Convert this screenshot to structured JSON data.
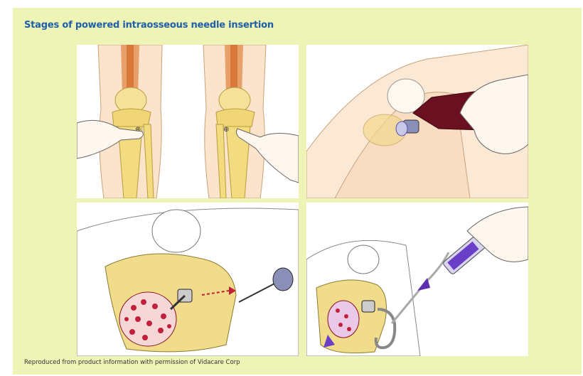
{
  "figure": {
    "title": "Stages of powered intraosseous needle insertion",
    "credit": "Reproduced from product information with permission of  Vidacare Corp"
  },
  "colors": {
    "background": "#eef3b6",
    "title": "#1e5fa8",
    "bone": "#f0dc8a",
    "drill": "#6b1020",
    "marrow": "#c0203a",
    "arrow": "#6a3fc8"
  },
  "panels": [
    {
      "id": "locate-site",
      "icon": "finger-palpating-tibia-icon"
    },
    {
      "id": "powered-driver",
      "icon": "power-driver-icon"
    },
    {
      "id": "needle-in-bone",
      "icon": "needle-in-marrow-icon"
    },
    {
      "id": "syringe-flush",
      "icon": "syringe-infusion-icon"
    }
  ]
}
